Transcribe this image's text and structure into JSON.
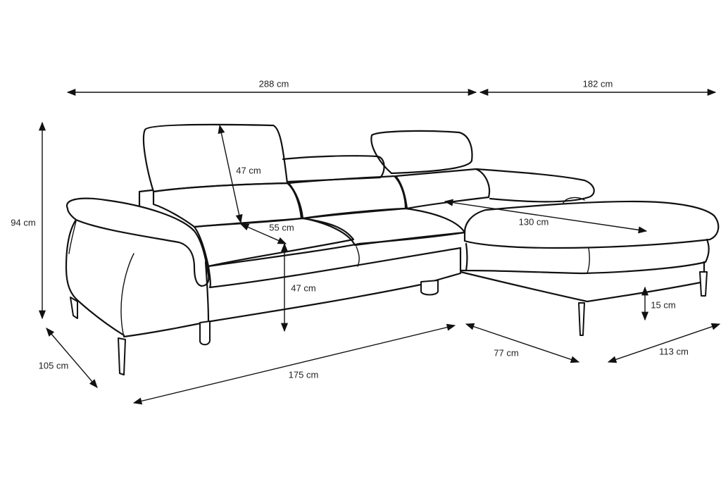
{
  "dimensions": {
    "total_width": "288 cm",
    "chaise_width": "182 cm",
    "total_height": "94 cm",
    "headrest_height": "47 cm",
    "seat_depth": "55 cm",
    "seat_height": "47 cm",
    "chaise_length": "130 cm",
    "sofa_depth": "105 cm",
    "sofa_length": "175 cm",
    "chaise_side": "77 cm",
    "chaise_depth": "113 cm",
    "leg_height": "15 cm"
  }
}
